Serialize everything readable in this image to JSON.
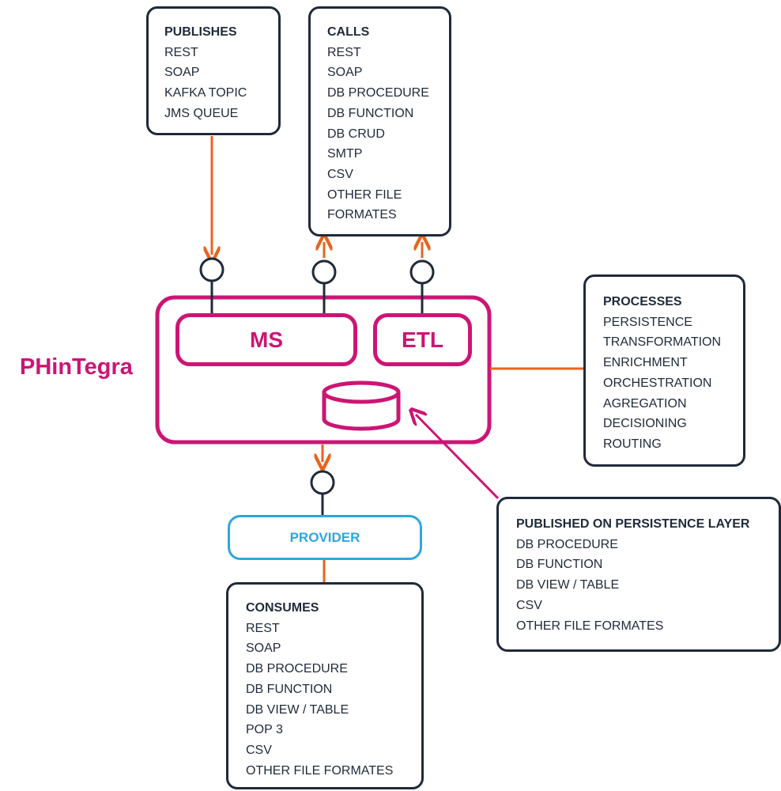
{
  "brand": "PHinTegra",
  "inner_components": {
    "ms": "MS",
    "etl": "ETL"
  },
  "provider": "PROVIDER",
  "publishes": {
    "title": "PUBLISHES",
    "items": [
      "REST",
      "SOAP",
      "KAFKA TOPIC",
      "JMS QUEUE"
    ]
  },
  "calls": {
    "title": "CALLS",
    "items": [
      "REST",
      "SOAP",
      "DB PROCEDURE",
      "DB FUNCTION",
      "DB CRUD",
      "SMTP",
      "CSV",
      "OTHER FILE",
      "FORMATES"
    ]
  },
  "processes": {
    "title": "PROCESSES",
    "items": [
      "PERSISTENCE",
      "TRANSFORMATION",
      "ENRICHMENT",
      "ORCHESTRATION",
      "AGREGATION",
      "DECISIONING",
      "ROUTING"
    ]
  },
  "published_on_persistence": {
    "title": "PUBLISHED ON PERSISTENCE LAYER",
    "items": [
      "DB PROCEDURE",
      "DB FUNCTION",
      "DB VIEW / TABLE",
      "CSV",
      "OTHER FILE FORMATES"
    ]
  },
  "consumes": {
    "title": "CONSUMES",
    "items": [
      "REST",
      "SOAP",
      "DB PROCEDURE",
      "DB FUNCTION",
      "DB VIEW / TABLE",
      "POP 3",
      "CSV",
      "OTHER FILE FORMATES"
    ]
  },
  "colors": {
    "brand": "#cc1574",
    "connector": "#e8641e",
    "provider": "#2ea6dc",
    "box_border": "#1f2a3a"
  }
}
